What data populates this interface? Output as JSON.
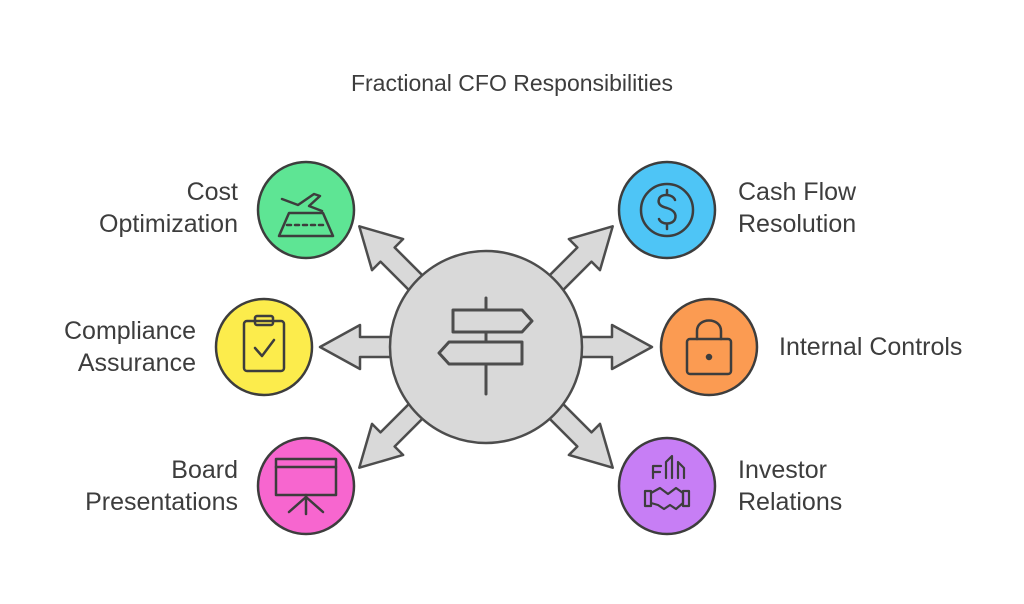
{
  "title": "Fractional CFO Responsibilities",
  "center": {
    "icon": "signpost-icon",
    "color": "#d9d9d9"
  },
  "items": [
    {
      "lines": [
        "Cost",
        "Optimization"
      ],
      "icon": "runway-plane-icon",
      "color": "#5ee594"
    },
    {
      "lines": [
        "Compliance",
        "Assurance"
      ],
      "icon": "clipboard-check-icon",
      "color": "#fcec4c"
    },
    {
      "lines": [
        "Board",
        "Presentations"
      ],
      "icon": "presentation-board-icon",
      "color": "#f766cf"
    },
    {
      "lines": [
        "Cash Flow",
        "Resolution"
      ],
      "icon": "dollar-coin-icon",
      "color": "#4ec5f6"
    },
    {
      "lines": [
        "Internal Controls"
      ],
      "icon": "padlock-icon",
      "color": "#fb9b52"
    },
    {
      "lines": [
        "Investor",
        "Relations"
      ],
      "icon": "handshake-icon",
      "color": "#c77ef5"
    }
  ]
}
